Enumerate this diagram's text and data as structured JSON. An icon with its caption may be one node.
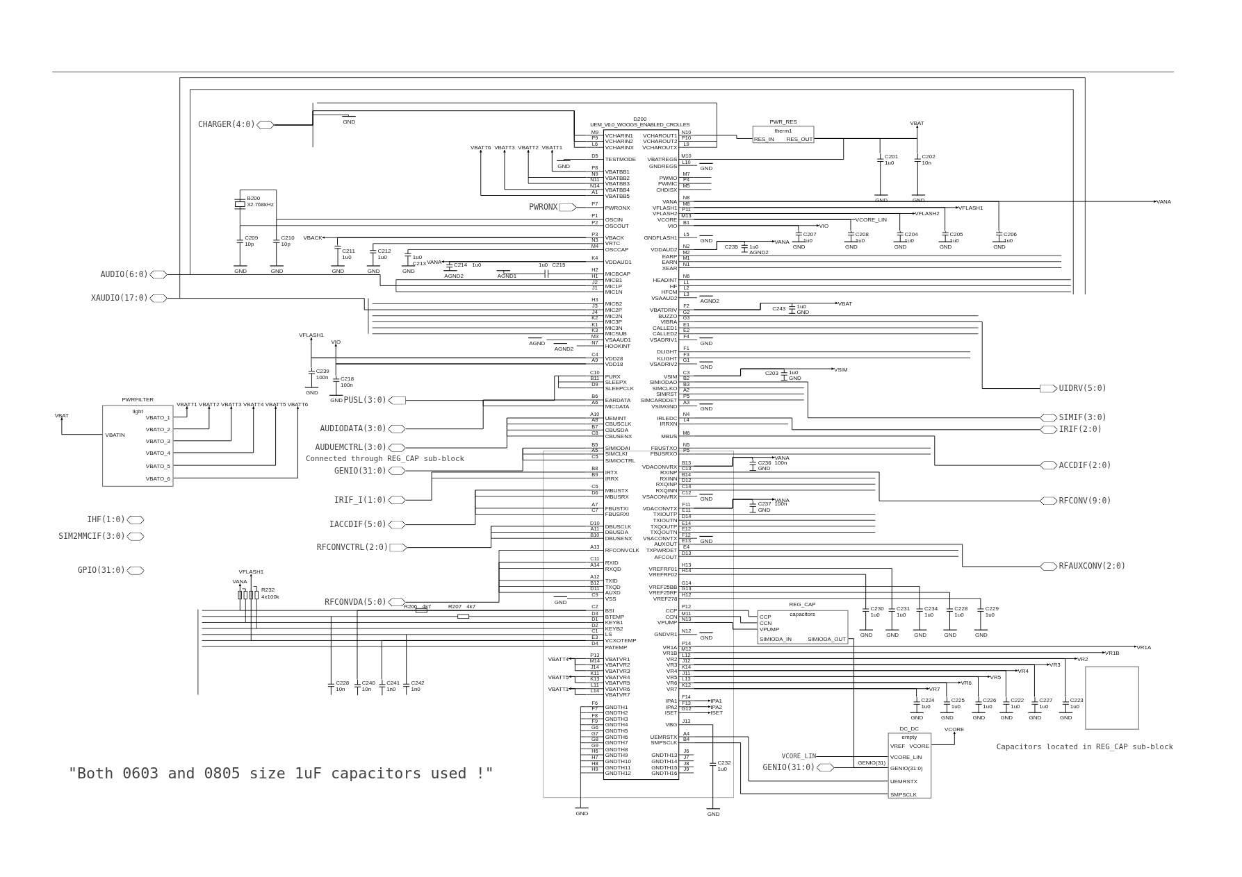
{
  "diagram": {
    "nodes": [
      {
        "text": [
          "CHARGER(4:0)"
        ]
      },
      {
        "text": [
          "D200",
          "UEM_V6.0_WOOGS_ENABLED_CROLLES",
          "VCHARIN1",
          "VCHARIN2",
          "VCHARINX",
          "TESTMODE",
          "VBATBB1",
          "VBATBB2",
          "VBATBB3",
          "VBATBB4",
          "VBATBB5",
          "PWRONX",
          "OSCIN",
          "OSCOUT",
          "VBACK",
          "VRTC",
          "OSCCAP",
          "VDDAUD1",
          "MICBCAP",
          "MICB1",
          "MIC1P",
          "MIC1N",
          "MICB2",
          "MIC2P",
          "MIC2N",
          "MIC3P",
          "MIC3N",
          "MICSUB",
          "VSAAUD1",
          "HOOKINT",
          "VDD28",
          "VDD18",
          "PURX",
          "SLEEPX",
          "SLEEPCLK",
          "EARDATA",
          "MICDATA",
          "UEMINT",
          "CBUSCLK",
          "CBUSDA",
          "CBUSENX",
          "SIMIODAI",
          "SIMCLKI",
          "SIMIOCTRL",
          "IRTX",
          "IRRX",
          "MBUSTX",
          "MBUSRX",
          "FBUSTXI",
          "FBUSRXI",
          "DBUSCLK",
          "DBUSDA",
          "DBUSENX",
          "RFCONVCLK",
          "RXID",
          "RXQD",
          "TXID",
          "TXQD",
          "AUXD",
          "VSS",
          "BSI",
          "BTEMP",
          "KEYB1",
          "KEYB2",
          "LS",
          "VCXOTEMP",
          "PATEMP",
          "VBATVR1",
          "VBATVR2",
          "VBATVR3",
          "VBATVR4",
          "VBATVR5",
          "VBATVR6",
          "VBATVR7",
          "GNDTH1",
          "GNDTH2",
          "GNDTH3",
          "GNDTH4",
          "GNDTH5",
          "GNDTH6",
          "GNDTH7",
          "GNDTH8",
          "GNDTH9",
          "GNDTH10",
          "GNDTH11",
          "GNDTH12",
          "VCHAROUT1",
          "VCHAROUT2",
          "VCHAROUTX",
          "VBATREGS",
          "GNDREGS",
          "PWMO",
          "PWMIC",
          "CHDISX",
          "VANA",
          "VFLASH1",
          "VFLASH2",
          "VCORE",
          "VIO",
          "GNDFLASH1",
          "VDDAUD2",
          "EARP",
          "EARN",
          "XEAR",
          "HEADINT",
          "HF",
          "HFCM",
          "VSAAUD2",
          "VBATDRIV",
          "BUZZO",
          "VIBRA",
          "CALLED1",
          "CALLED2",
          "VSADRIV1",
          "DLIGHT",
          "KLIGHT",
          "VSADRIV2",
          "VSIM",
          "SIMIODAO",
          "SIMCLKO",
          "SIMRST",
          "SIMCARDDET",
          "VSIMGND",
          "IRLEDC",
          "IRRXN",
          "MBUS",
          "FBUSTXO",
          "FBUSRXO",
          "VDACONVRX",
          "RXINP",
          "RXINN",
          "RXQINP",
          "RXQINN",
          "VSACONVRX",
          "VDACONVTX",
          "TXIOUTP",
          "TXIOUTN",
          "TXQOUTP",
          "TXQOUTN",
          "VSACONVTX",
          "AUXOUT",
          "TXPWRDET",
          "AFCOUT",
          "VREFRF01",
          "VREFRF02",
          "VREF25BB",
          "VREF25RF",
          "VREF278",
          "CCP",
          "CCN",
          "VPUMP",
          "GNDVR1",
          "VR1A",
          "VR1B",
          "VR2",
          "VR3",
          "VR4",
          "VR5",
          "VR6",
          "VR7",
          "IPA1",
          "IPA2",
          "ISET",
          "VBG",
          "UEMRSTX",
          "SMPSCLK",
          "GNDTH13",
          "GNDTH14",
          "GNDTH15",
          "GNDTH16",
          "M9",
          "P9",
          "L6",
          "D5",
          "P8",
          "N9",
          "N11",
          "N14",
          "A1",
          "P7",
          "P1",
          "P2",
          "P3",
          "N3",
          "M4",
          "K4",
          "H2",
          "H1",
          "J2",
          "J1",
          "H3",
          "J3",
          "J4",
          "K2",
          "K1",
          "K3",
          "M3",
          "N7",
          "C4",
          "A9",
          "C10",
          "B11",
          "D9",
          "B6",
          "A6",
          "A10",
          "A8",
          "B7",
          "C8",
          "B5",
          "A5",
          "C5",
          "B8",
          "B9",
          "C6",
          "D6",
          "A7",
          "C7",
          "D10",
          "A11",
          "B10",
          "A13",
          "C11",
          "A14",
          "A12",
          "B12",
          "D11",
          "C9",
          "C2",
          "D3",
          "D1",
          "D2",
          "C1",
          "E3",
          "D4",
          "P13",
          "M14",
          "J14",
          "K11",
          "K13",
          "L11",
          "L14",
          "F6",
          "F7",
          "F8",
          "F9",
          "G6",
          "G7",
          "G8",
          "G9",
          "H6",
          "H7",
          "H8",
          "H9",
          "N10",
          "P10",
          "L9",
          "M10",
          "L10",
          "M7",
          "P4",
          "M5",
          "N8",
          "M8",
          "P11",
          "M13",
          "B1",
          "L5",
          "N2",
          "M2",
          "M1",
          "N1",
          "N6",
          "L1",
          "L2",
          "L3",
          "F2",
          "G2",
          "G3",
          "E1",
          "E2",
          "F4",
          "F1",
          "F3",
          "G1",
          "C3",
          "B2",
          "B3",
          "A2",
          "P5",
          "A3",
          "N4",
          "L4",
          "M6",
          "N5",
          "P5",
          "B13",
          "C13",
          "B14",
          "D12",
          "C14",
          "C12",
          "F11",
          "E11",
          "D14",
          "E14",
          "E12",
          "F12",
          "E13",
          "E4",
          "D13",
          "H13",
          "H14",
          "G14",
          "G13",
          "H12",
          "P12",
          "M11",
          "N13",
          "N12",
          "P14",
          "M12",
          "L12",
          "J12",
          "K14",
          "J11",
          "L13",
          "K12",
          "F14",
          "F13",
          "G12",
          "J13",
          "A4",
          "B4",
          "J6",
          "J7",
          "J8",
          "J9"
        ]
      },
      {
        "text": [
          "PWR_RES",
          "therm1",
          "RES_IN",
          "RES_OUT"
        ]
      },
      {
        "text": [
          "PWRONX"
        ]
      },
      {
        "text": [
          "AUDIO(6:0)"
        ]
      },
      {
        "text": [
          "XAUDIO(17:0)"
        ]
      },
      {
        "text": [
          "UIDRV(5:0)"
        ]
      },
      {
        "text": [
          "PUSL(3:0)"
        ]
      },
      {
        "text": [
          "PWRFILTER",
          "light",
          "VBATIN",
          "VBATO_1",
          "VBATO_2",
          "VBATO_3",
          "VBATO_4",
          "VBATO_5",
          "VBATO_6"
        ]
      },
      {
        "text": [
          "SIMIF(3:0)"
        ]
      },
      {
        "text": [
          "AUDIODATA(3:0)"
        ]
      },
      {
        "text": [
          "IRIF(2:0)"
        ]
      },
      {
        "text": [
          "AUDUEMCTRL(3:0)"
        ]
      },
      {
        "text": [
          "ACCDIF(2:0)"
        ]
      },
      {
        "text": [
          "GENIO(31:0)"
        ]
      },
      {
        "text": [
          "IRIF_I(1:0)"
        ]
      },
      {
        "text": [
          "RFCONV(9:0)"
        ]
      },
      {
        "text": [
          "IHF(1:0)"
        ]
      },
      {
        "text": [
          "IACCDIF(5:0)"
        ]
      },
      {
        "text": [
          "SIM2MMCIF(3:0)"
        ]
      },
      {
        "text": [
          "RFCONVCTRL(2:0)"
        ]
      },
      {
        "text": [
          "RFAUXCONV(2:0)"
        ]
      },
      {
        "text": [
          "GPIO(31:0)"
        ]
      },
      {
        "text": [
          "RFCONVDA(5:0)"
        ]
      },
      {
        "text": [
          "REG_CAP",
          "capacitors",
          "CCP",
          "CCN",
          "VPUMP",
          "SIMIODA_IN",
          "SIMIODA_OUT"
        ]
      },
      {
        "text": [],
        "shape": "box"
      },
      {
        "text": [
          "DC_DC",
          "empty",
          "VREF",
          "VCORE",
          "VCORE_LIN",
          "GENIO(31:0)",
          "UEMRSTX",
          "SMPSCLK"
        ]
      },
      {
        "text": [
          "VCORE_LIN"
        ]
      },
      {
        "text": [
          "GENIO(31:0)"
        ]
      },
      {
        "text": [
          "VBAT"
        ]
      },
      {
        "text": [
          "VANA"
        ]
      },
      {
        "text": [
          "VFLASH1"
        ]
      },
      {
        "text": [
          "VFLASH2"
        ]
      },
      {
        "text": [
          "VCORE_LIN"
        ]
      },
      {
        "text": [
          "VIO"
        ]
      },
      {
        "text": [
          "VANA"
        ]
      },
      {
        "text": [
          "VBAT"
        ]
      },
      {
        "text": [
          "VSIM"
        ]
      },
      {
        "text": [
          "VANA"
        ]
      },
      {
        "text": [
          "VANA"
        ]
      },
      {
        "text": [
          "VR1A"
        ]
      },
      {
        "text": [
          "VR1B"
        ]
      },
      {
        "text": [
          "VR2"
        ]
      },
      {
        "text": [
          "VR3"
        ]
      },
      {
        "text": [
          "VR4"
        ]
      },
      {
        "text": [
          "VR5"
        ]
      },
      {
        "text": [
          "VR6"
        ]
      },
      {
        "text": [
          "VR7"
        ]
      },
      {
        "text": [
          "IPA1"
        ]
      },
      {
        "text": [
          "IPA2"
        ]
      },
      {
        "text": [
          "ISET"
        ]
      },
      {
        "text": [
          "VCORE"
        ]
      },
      {
        "text": [
          "VBATT6"
        ]
      },
      {
        "text": [
          "VBATT3"
        ]
      },
      {
        "text": [
          "VBATT2"
        ]
      },
      {
        "text": [
          "VBATT1"
        ]
      },
      {
        "text": [
          "VBACK"
        ]
      },
      {
        "text": [
          "VANA"
        ]
      },
      {
        "text": [
          "VFLASH1"
        ]
      },
      {
        "text": [
          "VIO"
        ]
      },
      {
        "text": [
          "VBAT"
        ]
      },
      {
        "text": [
          "VBATT1"
        ]
      },
      {
        "text": [
          "VBATT2"
        ]
      },
      {
        "text": [
          "VBATT3"
        ]
      },
      {
        "text": [
          "VBATT4"
        ]
      },
      {
        "text": [
          "VBATT5"
        ]
      },
      {
        "text": [
          "VBATT6"
        ]
      },
      {
        "text": [
          "VANA"
        ]
      },
      {
        "text": [
          "VFLASH1"
        ]
      },
      {
        "text": [
          "VBATT4"
        ]
      },
      {
        "text": [
          "VBATT5"
        ]
      },
      {
        "text": [
          "VBATT1"
        ]
      },
      {
        "text": [
          "C211",
          "1u0"
        ]
      },
      {
        "text": [
          "C214",
          "1u0"
        ]
      },
      {
        "text": [
          "C239",
          "100n"
        ]
      },
      {
        "text": [
          "C218",
          "100n"
        ]
      },
      {
        "text": [
          "C240",
          "10n"
        ]
      },
      {
        "text": [
          "C241",
          "1n0"
        ]
      },
      {
        "text": [
          "C201",
          "1u0"
        ]
      },
      {
        "text": [
          "C202",
          "10n"
        ]
      },
      {
        "text": [
          "C207",
          "1u0"
        ]
      },
      {
        "text": [
          "C208",
          "1u0"
        ]
      },
      {
        "text": [
          "C204",
          "1u0"
        ]
      },
      {
        "text": [
          "C205",
          "1u0"
        ]
      },
      {
        "text": [
          "C206",
          "1u0"
        ]
      },
      {
        "text": [
          "C235",
          "1u0"
        ]
      },
      {
        "text": [
          "C243",
          "1u0"
        ]
      },
      {
        "text": [
          "C203",
          "1u0"
        ]
      },
      {
        "text": [
          "C236",
          "100n"
        ]
      },
      {
        "text": [
          "C237",
          "100n"
        ]
      },
      {
        "text": [
          "C224",
          "1u0"
        ]
      },
      {
        "text": [
          "C225",
          "1u0"
        ]
      },
      {
        "text": [
          "C226",
          "1u0"
        ]
      },
      {
        "text": [
          "C222",
          "1u0"
        ]
      },
      {
        "text": [
          "C227",
          "1u0"
        ]
      },
      {
        "text": [
          "C223",
          "1u0"
        ]
      }
    ],
    "edges": [
      {
        "from": 0,
        "to": 1,
        "arrow": "none"
      },
      {
        "from": 4,
        "to": 1,
        "arrow": "none"
      },
      {
        "from": 5,
        "to": 1,
        "arrow": "none"
      },
      {
        "from": 3,
        "to": 1,
        "arrow": "none"
      },
      {
        "from": 7,
        "to": 1,
        "arrow": "none"
      },
      {
        "from": 10,
        "to": 1,
        "arrow": "none"
      },
      {
        "from": 12,
        "to": 1,
        "arrow": "none"
      },
      {
        "from": 14,
        "to": 1,
        "arrow": "none"
      },
      {
        "from": 15,
        "to": 1,
        "arrow": "none"
      },
      {
        "from": 18,
        "to": 1,
        "arrow": "none"
      },
      {
        "from": 20,
        "to": 1,
        "arrow": "none"
      },
      {
        "from": 23,
        "to": 1,
        "arrow": "none"
      },
      {
        "from": 1,
        "to": 6,
        "arrow": "none"
      },
      {
        "from": 1,
        "to": 9,
        "arrow": "none"
      },
      {
        "from": 1,
        "to": 11,
        "arrow": "none"
      },
      {
        "from": 1,
        "to": 13,
        "arrow": "none"
      },
      {
        "from": 1,
        "to": 16,
        "arrow": "none"
      },
      {
        "from": 1,
        "to": 21,
        "arrow": "none"
      },
      {
        "from": 1,
        "to": 2,
        "arrow": "none"
      },
      {
        "from": 1,
        "to": 24,
        "arrow": "none"
      },
      {
        "from": 24,
        "to": 26,
        "arrow": "none"
      },
      {
        "from": 28,
        "to": 26,
        "arrow": "none"
      },
      {
        "from": 27,
        "to": 26,
        "arrow": "none"
      },
      {
        "from": 1,
        "to": 26,
        "arrow": "none"
      },
      {
        "from": 1,
        "to": 26,
        "arrow": "none"
      },
      {
        "from": 1,
        "to": 2,
        "arrow": "none"
      },
      {
        "from": 2,
        "to": 29,
        "arrow": "to"
      },
      {
        "from": 1,
        "to": 30,
        "arrow": "to"
      },
      {
        "from": 1,
        "to": 31,
        "arrow": "to"
      },
      {
        "from": 1,
        "to": 32,
        "arrow": "to"
      },
      {
        "from": 1,
        "to": 33,
        "arrow": "none"
      },
      {
        "from": 1,
        "to": 34,
        "arrow": "to"
      },
      {
        "from": 1,
        "to": 35,
        "arrow": "to"
      },
      {
        "from": 1,
        "to": 36,
        "arrow": "to"
      },
      {
        "from": 1,
        "to": 37,
        "arrow": "to"
      },
      {
        "from": 1,
        "to": 38,
        "arrow": "to"
      },
      {
        "from": 1,
        "to": 39,
        "arrow": "to"
      },
      {
        "from": 1,
        "to": 40,
        "arrow": "to"
      },
      {
        "from": 1,
        "to": 41,
        "arrow": "to"
      },
      {
        "from": 1,
        "to": 42,
        "arrow": "to"
      },
      {
        "from": 1,
        "to": 43,
        "arrow": "to"
      },
      {
        "from": 1,
        "to": 44,
        "arrow": "to"
      },
      {
        "from": 1,
        "to": 45,
        "arrow": "to"
      },
      {
        "from": 1,
        "to": 46,
        "arrow": "to"
      },
      {
        "from": 1,
        "to": 47,
        "arrow": "to"
      },
      {
        "from": 1,
        "to": 48,
        "arrow": "to"
      },
      {
        "from": 1,
        "to": 49,
        "arrow": "to"
      },
      {
        "from": 1,
        "to": 50,
        "arrow": "to"
      },
      {
        "from": 26,
        "to": 51,
        "arrow": "to"
      },
      {
        "from": 1,
        "to": 52,
        "arrow": "to"
      },
      {
        "from": 1,
        "to": 53,
        "arrow": "to"
      },
      {
        "from": 1,
        "to": 54,
        "arrow": "to"
      },
      {
        "from": 1,
        "to": 55,
        "arrow": "to"
      },
      {
        "from": 1,
        "to": 56,
        "arrow": "to"
      },
      {
        "from": 1,
        "to": 57,
        "arrow": "to"
      },
      {
        "from": 1,
        "to": 58,
        "arrow": "to"
      },
      {
        "from": 1,
        "to": 59,
        "arrow": "to"
      },
      {
        "from": 8,
        "to": 60,
        "arrow": "to"
      },
      {
        "from": 8,
        "to": 61,
        "arrow": "to"
      },
      {
        "from": 8,
        "to": 62,
        "arrow": "to"
      },
      {
        "from": 8,
        "to": 63,
        "arrow": "to"
      },
      {
        "from": 8,
        "to": 64,
        "arrow": "to"
      },
      {
        "from": 8,
        "to": 65,
        "arrow": "to"
      },
      {
        "from": 8,
        "to": 66,
        "arrow": "to"
      },
      {
        "from": 1,
        "to": 67,
        "arrow": "to"
      },
      {
        "from": 1,
        "to": 68,
        "arrow": "to"
      },
      {
        "from": 1,
        "to": 69,
        "arrow": "to"
      },
      {
        "from": 1,
        "to": 70,
        "arrow": "to"
      },
      {
        "from": 1,
        "to": 71,
        "arrow": "to"
      },
      {
        "from": 1,
        "to": 24,
        "arrow": "none"
      },
      {
        "from": 1,
        "to": 24,
        "arrow": "none"
      },
      {
        "from": 1,
        "to": 69,
        "arrow": "none"
      },
      {
        "from": 1,
        "to": 69,
        "arrow": "none"
      },
      {
        "from": 1,
        "to": 70,
        "arrow": "none"
      },
      {
        "from": 1,
        "to": 71,
        "arrow": "none"
      },
      {
        "from": 0,
        "to": 1,
        "arrow": "none"
      },
      {
        "from": 0,
        "to": 1,
        "arrow": "none"
      },
      {
        "from": 1,
        "to": 72,
        "arrow": "none"
      },
      {
        "from": 1,
        "to": 73,
        "arrow": "none"
      },
      {
        "from": 1,
        "to": 74,
        "arrow": "none"
      },
      {
        "from": 1,
        "to": 75,
        "arrow": "none"
      },
      {
        "from": 1,
        "to": 76,
        "arrow": "none"
      },
      {
        "from": 1,
        "to": 77,
        "arrow": "none"
      },
      {
        "from": 2,
        "to": 78,
        "arrow": "none"
      },
      {
        "from": 2,
        "to": 79,
        "arrow": "none"
      },
      {
        "from": 1,
        "to": 80,
        "arrow": "none"
      },
      {
        "from": 1,
        "to": 81,
        "arrow": "none"
      },
      {
        "from": 1,
        "to": 82,
        "arrow": "none"
      },
      {
        "from": 1,
        "to": 83,
        "arrow": "none"
      },
      {
        "from": 1,
        "to": 84,
        "arrow": "none"
      },
      {
        "from": 1,
        "to": 85,
        "arrow": "none"
      },
      {
        "from": 1,
        "to": 86,
        "arrow": "none"
      },
      {
        "from": 1,
        "to": 87,
        "arrow": "none"
      },
      {
        "from": 1,
        "to": 88,
        "arrow": "none"
      },
      {
        "from": 1,
        "to": 89,
        "arrow": "none"
      },
      {
        "from": 1,
        "to": 90,
        "arrow": "none"
      },
      {
        "from": 1,
        "to": 91,
        "arrow": "none"
      },
      {
        "from": 1,
        "to": 92,
        "arrow": "none"
      },
      {
        "from": 1,
        "to": 93,
        "arrow": "none"
      },
      {
        "from": 1,
        "to": 94,
        "arrow": "none"
      },
      {
        "from": 1,
        "to": 95,
        "arrow": "none"
      }
    ],
    "labels": [
      "GND",
      "GND",
      "B200",
      "32.768kHz",
      "C209",
      "C210",
      "10p",
      "10p",
      "C212",
      "1u0",
      "1u0",
      "C213",
      "1u0",
      "C215",
      "GND",
      "GND",
      "GND",
      "GND",
      "GND",
      "AGND2",
      "AGND1",
      "AGND",
      "AGND2",
      "GND",
      "GND",
      "Connected through REG_CAP sub-block",
      "R232",
      "4x100k",
      "R206",
      "4k7",
      "R207",
      "4k7",
      "GND",
      "C228",
      "C242",
      "10n",
      "1n0",
      "\"Both 0603 and 0805 size 1uF capacitors used !\"",
      "GND",
      "GND",
      "GND",
      "GND",
      "GND",
      "GND",
      "GND",
      "GND",
      "GND",
      "GND",
      "AGND2",
      "AGND2",
      "GND",
      "GND",
      "GND",
      "GND",
      "GND",
      "GND",
      "GND",
      "GND",
      "GND",
      "C230",
      "C231",
      "C234",
      "C228",
      "C229",
      "1u0",
      "1u0",
      "1u0",
      "1u0",
      "1u0",
      "GND",
      "GND",
      "GND",
      "GND",
      "GND",
      "GND",
      "GND",
      "GND",
      "GND",
      "GND",
      "GND",
      "GND",
      "Capacitors located in REG_CAP sub-block",
      "C232",
      "GENIO(31)",
      "1u0",
      "GND"
    ]
  }
}
